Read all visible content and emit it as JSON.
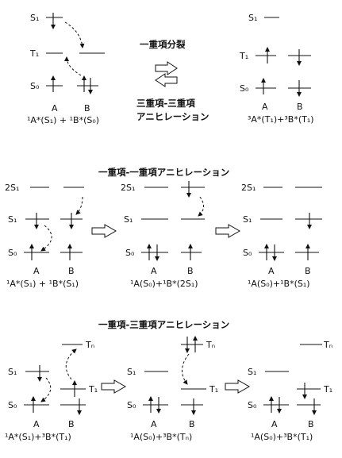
{
  "top": {
    "left": {
      "s1": "S₁",
      "t1": "T₁",
      "s0": "S₀",
      "a": "A",
      "b": "B",
      "formula": "¹A*(S₁) + ¹B*(S₀)"
    },
    "fission": "一重項分裂",
    "tta1": "三重項-三重項",
    "tta2": "アニヒレーション",
    "right": {
      "s1": "S₁",
      "t1": "T₁",
      "s0": "S₀",
      "a": "A",
      "b": "B",
      "formula": "³A*(T₁)+³B*(T₁)"
    }
  },
  "middle": {
    "title": "一重項-一重項アニヒレーション",
    "p1": {
      "s2": "2S₁",
      "s1": "S₁",
      "s0": "S₀",
      "a": "A",
      "b": "B",
      "formula": "¹A*(S₁) + ¹B*(S₁)"
    },
    "p2": {
      "s2": "2S₁",
      "s1": "S₁",
      "s0": "S₀",
      "a": "A",
      "b": "B",
      "formula": "¹A(S₀)+¹B*(2S₁)"
    },
    "p3": {
      "s2": "2S₁",
      "s1": "S₁",
      "s0": "S₀",
      "a": "A",
      "b": "B",
      "formula": "¹A(S₀)+¹B*(S₁)"
    }
  },
  "bottom": {
    "title": "一重項-三重項アニヒレーション",
    "p1": {
      "s1": "S₁",
      "s0": "S₀",
      "t1": "T₁",
      "tn": "Tₙ",
      "a": "A",
      "b": "B",
      "formula": "¹A*(S₁)+³B*(T₁)"
    },
    "p2": {
      "s1": "S₁",
      "s0": "S₀",
      "t1": "T₁",
      "tn": "Tₙ",
      "a": "A",
      "b": "B",
      "formula": "¹A(S₀)+³B*(Tₙ)"
    },
    "p3": {
      "s1": "S₁",
      "s0": "S₀",
      "t1": "T₁",
      "tn": "Tₙ",
      "a": "A",
      "b": "B",
      "formula": "¹A(S₀)+³B*(T₁)"
    }
  }
}
